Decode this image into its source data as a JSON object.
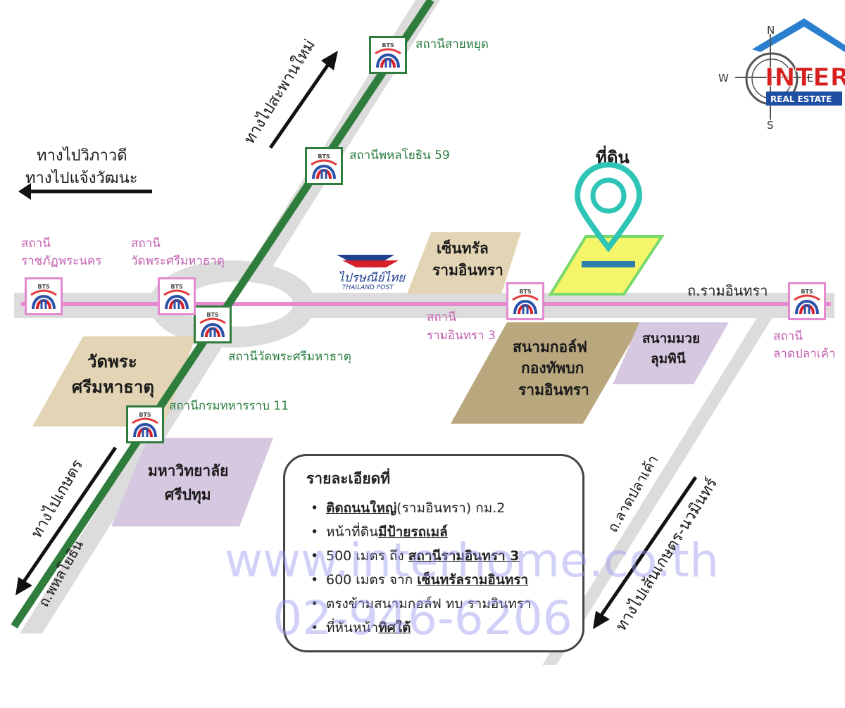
{
  "colors": {
    "bts_green": "#2f7d3c",
    "bts_pink": "#e58ad1",
    "road_gray": "#dcdcdc",
    "pin_teal": "#2ec5b6",
    "plot_yellow": "#f5f56a",
    "plot_border": "#7ad96d",
    "area_tan": "#e2d4b4",
    "area_olive": "#b9a87e",
    "area_lavender": "#d7c8e2",
    "brand_red": "#d62020",
    "brand_blue": "#1f4fa3"
  },
  "directions": {
    "saphan_mai": "ทางไปสะพานใหม่",
    "vibhavadi": "ทางไปวิภาวดี",
    "chaeng_watthana": "ทางไปแจ้งวัฒนะ",
    "kaset": "ทางไปเกษตร",
    "kaset_nawamin": "ทางไปเส้นเกษตร-นวมินทร์"
  },
  "roads": {
    "ram_inthra": "ถ.รามอินทรา",
    "phahon_yothin": "ถ.พหลโยธิน",
    "lat_pla_khao": "ถ.ลาดปลาเค้า"
  },
  "stations": {
    "sai_yut": "สถานีสายหยุด",
    "phahon_59": "สถานีพหลโยธิน 59",
    "rajabhat_1": "สถานี",
    "rajabhat_2": "ราชภัฏพระนคร",
    "wat_phra_top_1": "สถานี",
    "wat_phra_top_2": "วัดพระศรีมหาธาตุ",
    "wat_phra_green": "สถานีวัดพระศรีมหาธาตุ",
    "krom_thahan": "สถานีกรมทหารราบ 11",
    "ram_3_1": "สถานี",
    "ram_3_2": "รามอินทรา 3",
    "lat_pla_1": "สถานี",
    "lat_pla_2": "ลาดปลาเค้า"
  },
  "landmarks": {
    "land": "ที่ดิน",
    "central_1": "เซ็นทรัล",
    "central_2": "รามอินทรา",
    "golf_1": "สนามกอล์ฟ",
    "golf_2": "กองทัพบก",
    "golf_3": "รามอินทรา",
    "lumpini_1": "สนามมวย",
    "lumpini_2": "ลุมพินี",
    "wat_1": "วัดพระ",
    "wat_2": "ศรีมหาธาตุ",
    "sripatum_1": "มหาวิทยาลัย",
    "sripatum_2": "ศรีปทุม",
    "post_th": "ไปรษณีย์ไทย",
    "post_en": "THAILAND POST"
  },
  "bts_logo_text": "BTS",
  "logo": {
    "compass_n": "N",
    "compass_w": "W",
    "compass_s": "S",
    "compass_e": "E",
    "brand": "INTER",
    "sub": "REAL ESTATE"
  },
  "info": {
    "title": "รายละเอียดที่",
    "item1_a": "ติดถนนใหญ่",
    "item1_b": "(รามอินทรา) กม.2",
    "item2_a": "หน้าที่ดิน",
    "item2_b": "มีป้ายรถเมล์",
    "item3_a": "500 เมตร ถึง ",
    "item3_b": "สถานีรามอินทรา 3",
    "item4_a": "600 เมตร จาก ",
    "item4_b": "เซ็นทรัลรามอินทรา",
    "item5": "ตรงข้ามสนามกอล์ฟ ทบ รามอินทรา",
    "item6_a": "ที่หันหน้า",
    "item6_b": "ทิศใต้"
  },
  "watermark": {
    "url": "www.interhome.co.th",
    "phone": "02-946-6206"
  }
}
